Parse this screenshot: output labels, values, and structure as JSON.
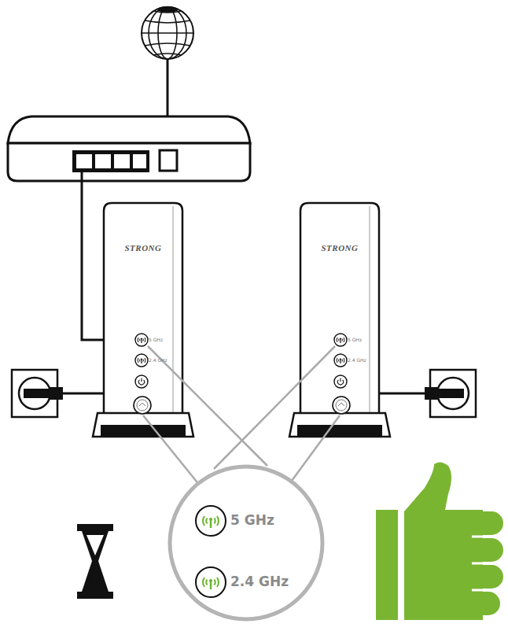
{
  "diagram": {
    "nodes": [
      {
        "text": [
          "STRONG",
          "5 GHz",
          "2.4 GHz"
        ]
      },
      {
        "text": [
          "STRONG",
          "5 GHz",
          "2.4 GHz"
        ]
      },
      {
        "text": [
          "5 GHz",
          "2.4 GHz"
        ]
      }
    ],
    "edges": [
      {
        "from": 0,
        "to": 2,
        "arrow": "none"
      },
      {
        "from": 1,
        "to": 2,
        "arrow": "none"
      }
    ]
  }
}
